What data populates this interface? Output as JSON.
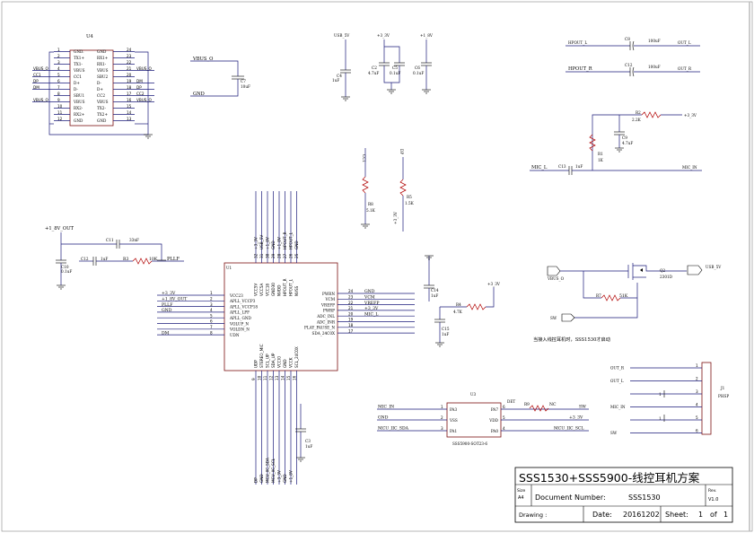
{
  "u4": {
    "ref": "U4",
    "left_pins": [
      {
        "num": "1",
        "name": "GND."
      },
      {
        "num": "2",
        "name": "TX1+"
      },
      {
        "num": "3",
        "name": "TX1-"
      },
      {
        "num": "4",
        "name": "VBUS"
      },
      {
        "num": "5",
        "name": "CC1"
      },
      {
        "num": "6",
        "name": "D+"
      },
      {
        "num": "7",
        "name": "D-"
      },
      {
        "num": "8",
        "name": "SBU1"
      },
      {
        "num": "9",
        "name": "VBUS"
      },
      {
        "num": "10",
        "name": "RX2-"
      },
      {
        "num": "11",
        "name": "RX2+"
      },
      {
        "num": "12",
        "name": "GND"
      }
    ],
    "right_pins": [
      {
        "num": "24",
        "name": "GND"
      },
      {
        "num": "23",
        "name": "RX1+"
      },
      {
        "num": "22",
        "name": "RX1-"
      },
      {
        "num": "21",
        "name": "VBUS"
      },
      {
        "num": "20",
        "name": "SBU2"
      },
      {
        "num": "19",
        "name": "D-"
      },
      {
        "num": "18",
        "name": "D+"
      },
      {
        "num": "17",
        "name": "CC2"
      },
      {
        "num": "16",
        "name": "VBUS"
      },
      {
        "num": "15",
        "name": "TX2-"
      },
      {
        "num": "14",
        "name": "TX2+"
      },
      {
        "num": "13",
        "name": "GND"
      }
    ],
    "left_nets": {
      "4": "VBUS_O",
      "5": "CC1",
      "6": "DP",
      "7": "DM",
      "9": "VBUS_O"
    },
    "right_nets": {
      "21": "VBUS_O",
      "19": "DM",
      "18": "DP",
      "17": "CC2",
      "16": "VBUS_O"
    }
  },
  "c7_block": {
    "net_top": "VBUS_O",
    "net_bottom": "GND",
    "ref": "C7",
    "value": "10uF"
  },
  "power_caps": {
    "usb5v": "USB_5V",
    "v33": "+3_3V",
    "v18": "+1_8V",
    "caps": [
      {
        "ref": "C4",
        "value": "1uF"
      },
      {
        "ref": "C2",
        "value": "4.7uF"
      },
      {
        "ref": "C5",
        "value": "0.1uF"
      },
      {
        "ref": "C6",
        "value": "0.1uF"
      }
    ]
  },
  "out_caps": [
    {
      "net_in": "HPOUT_L",
      "ref": "C8",
      "value": "100uF",
      "net_out": "OUT_L"
    },
    {
      "net_in": "HPOUT_R",
      "ref": "C12",
      "value": "100uF",
      "net_out": "OUT_R"
    }
  ],
  "mic_block": {
    "r2_ref": "R2",
    "r2_val": "2.2K",
    "v33": "+3_3V",
    "c9_ref": "C9",
    "c9_val": "4.7uF",
    "r1_ref": "R1",
    "r1_val": "1K",
    "c13_ref": "C13",
    "c13_val": "1uF",
    "mic_l": "MIC_L",
    "mic_in": "MIC_IN"
  },
  "cc_block": {
    "cc1": "CC1",
    "r8_ref": "R8",
    "r8_val": "5.1K",
    "dp": "DP",
    "r5_ref": "R5",
    "r5_val": "1.5K",
    "v33": "+3_3V"
  },
  "pll_block": {
    "v18out": "+1_8V_OUT",
    "c11_ref": "C11",
    "c11_val": "33nF",
    "c10_ref": "C10",
    "c10_val": "0.1uF",
    "c12_ref": "C12",
    "c12_val": "1uF",
    "r3_ref": "R3",
    "r3_val": "10K",
    "pllf": "PLLF"
  },
  "u1": {
    "ref": "U1",
    "top_pins": [
      {
        "num": "32",
        "name": "VCC5V",
        "net": "+3_3V"
      },
      {
        "num": "31",
        "name": "VCC5A",
        "net": "USB_5V"
      },
      {
        "num": "30",
        "name": "VCC18",
        "net": "+1_8V"
      },
      {
        "num": "29",
        "name": "GND30",
        "net": "GND"
      },
      {
        "num": "28",
        "name": "NVDD",
        "net": "+1_8V"
      },
      {
        "num": "27",
        "name": "HPOUT_R",
        "net": "HPOUT_R"
      },
      {
        "num": "26",
        "name": "HPOUT_L",
        "net": "HPOUT_L"
      },
      {
        "num": "25",
        "name": "NVSS",
        "net": "GND"
      }
    ],
    "left_pins": [
      {
        "num": "1",
        "name": "VCC23",
        "net": "+3_3V"
      },
      {
        "num": "2",
        "name": "APLL_VCCP3",
        "net": "+1_8V_OUT"
      },
      {
        "num": "3",
        "name": "APLL_VCCP18",
        "net": "PLLF"
      },
      {
        "num": "4",
        "name": "APLL_LPF",
        "net": "GND"
      },
      {
        "num": "5",
        "name": "APLL_GND",
        "net": ""
      },
      {
        "num": "6",
        "name": "VOLUP_N",
        "net": ""
      },
      {
        "num": "7",
        "name": "VOLDN_N",
        "net": ""
      },
      {
        "num": "8",
        "name": "UDN",
        "net": "DM"
      }
    ],
    "right_pins": [
      {
        "num": "24",
        "name": "PWRN",
        "net": "GND"
      },
      {
        "num": "23",
        "name": "VCM",
        "net": "VCM"
      },
      {
        "num": "22",
        "name": "VREFP",
        "net": "VREFP"
      },
      {
        "num": "21",
        "name": "PWRP",
        "net": "+3_3V"
      },
      {
        "num": "20",
        "name": "ADC_INL",
        "net": "MIC_L"
      },
      {
        "num": "19",
        "name": "ADC_INR",
        "net": ""
      },
      {
        "num": "18",
        "name": "PLAY_PAUSE_N",
        "net": ""
      },
      {
        "num": "17",
        "name": "SDA_24C0X",
        "net": ""
      }
    ],
    "bottom_pins": [
      {
        "num": "9",
        "name": "UDP",
        "net": "DP"
      },
      {
        "num": "10",
        "name": "STEREO_MIC",
        "net": "GND"
      },
      {
        "num": "11",
        "name": "SCL_UP",
        "net": "MCU_IIC_SDA"
      },
      {
        "num": "12",
        "name": "SDA_UP",
        "net": "MCU_IIC_SCL"
      },
      {
        "num": "13",
        "name": "VCCIO",
        "net": "+3_3V"
      },
      {
        "num": "14",
        "name": "GND",
        "net": "GND"
      },
      {
        "num": "15",
        "name": "VCCK",
        "net": "+1_8V"
      },
      {
        "num": "16",
        "name": "SCL_24C0X",
        "net": ""
      }
    ],
    "c14": {
      "ref": "C14",
      "value": "1uF"
    },
    "c15": {
      "ref": "C15",
      "value": "1uF"
    },
    "c3": {
      "ref": "C3",
      "value": "1uF"
    },
    "r4": {
      "ref": "R4",
      "value": "4.7K"
    },
    "v33": "+3_3V"
  },
  "q2_block": {
    "vbus_o": "VBUS_O",
    "usb5v": "USB_5V",
    "q_ref": "Q2",
    "q_val": "2301D",
    "r7_ref": "R7",
    "r7_val": "51K",
    "sw": "SW",
    "note": "当接入线控耳机时，SSS1530才启动"
  },
  "u3": {
    "ref": "U3",
    "part": "SSS5900-SOT23-6",
    "left_pins": [
      {
        "num": "1",
        "name": "PA3",
        "net": "MIC_IN"
      },
      {
        "num": "2",
        "name": "VSS",
        "net": "GND"
      },
      {
        "num": "3",
        "name": "PA1",
        "net": "MCU_IIC_SDA"
      }
    ],
    "right_pins": [
      {
        "num": "6",
        "name": "PA7",
        "net": "SW"
      },
      {
        "num": "5",
        "name": "VDD",
        "net": "+3_3V"
      },
      {
        "num": "4",
        "name": "PA0",
        "net": "MCU_IIC_SCL"
      }
    ],
    "det": "DET",
    "r9_ref": "R9",
    "r9_val": "NC"
  },
  "j1": {
    "ref": "J1",
    "part": "PHSP",
    "pins": [
      {
        "num": "1",
        "net": "OUT_R"
      },
      {
        "num": "2",
        "net": "OUT_L"
      },
      {
        "num": "3",
        "net": ""
      },
      {
        "num": "4",
        "net": "MIC_IN"
      },
      {
        "num": "5",
        "net": ""
      },
      {
        "num": "6",
        "net": "SW"
      }
    ]
  },
  "title_block": {
    "title": "SSS1530+SSS5900-线控耳机方案",
    "size_label": "Size",
    "size": "A4",
    "docnum_label": "Document Number:",
    "docnum": "SSS1530",
    "rev_label": "Rev.",
    "rev": "V1.0",
    "drawing_label": "Drawing :",
    "date_label": "Date:",
    "date": "20161202",
    "sheet_label": "Sheet:",
    "sheet": "1",
    "of_label": "of",
    "of": "1"
  }
}
